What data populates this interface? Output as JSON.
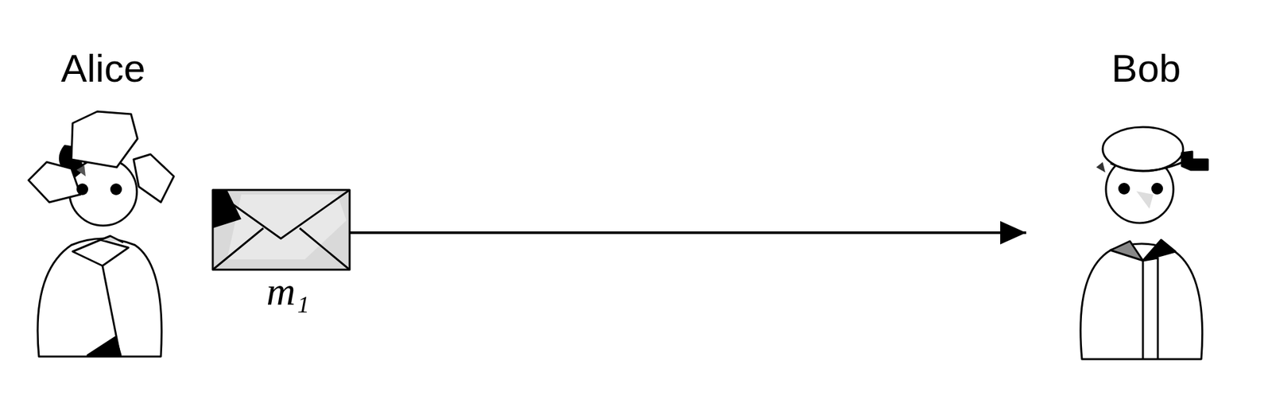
{
  "diagram": {
    "nodes": [
      {
        "text": [
          "Alice"
        ]
      },
      {
        "text": [
          "Bob"
        ]
      }
    ],
    "edges": [
      {
        "from": 0,
        "to": 1,
        "arrow": "to",
        "label": "m₁"
      }
    ]
  }
}
